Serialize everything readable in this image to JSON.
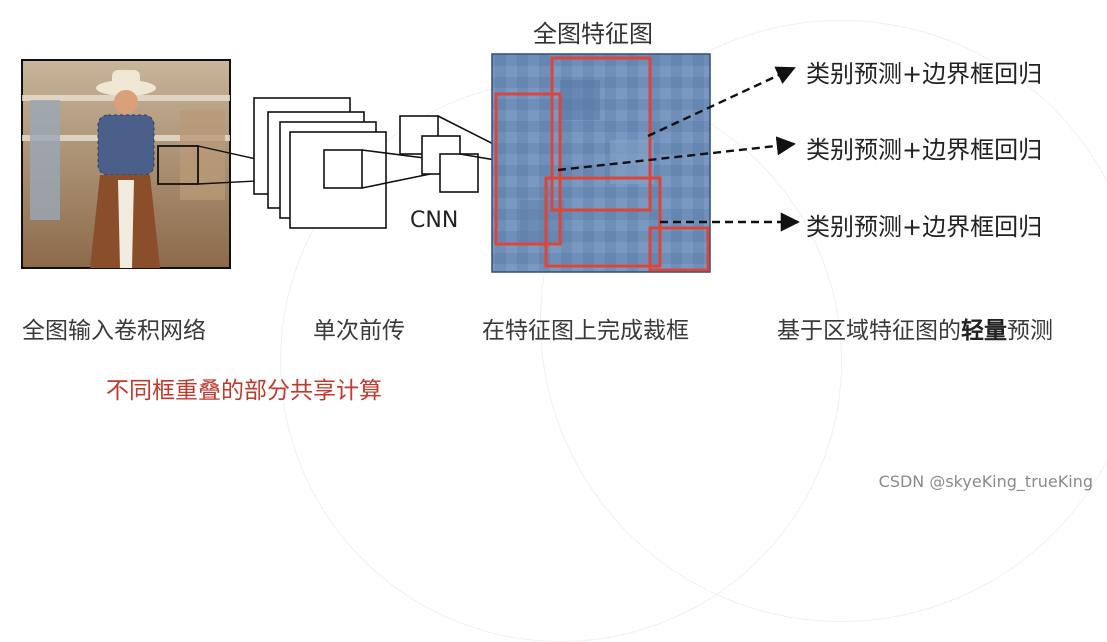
{
  "feature_map_title": "全图特征图",
  "cnn_label": "CNN",
  "outputs": [
    "类别预测+边界框回归",
    "类别预测+边界框回归",
    "类别预测+边界框回归"
  ],
  "captions": {
    "input": "全图输入卷积网络",
    "forward": "单次前传",
    "crop": "在特征图上完成裁框",
    "predict_pre": "基于区域特征图的",
    "predict_bold": "轻量",
    "predict_post": "预测"
  },
  "note": "不同框重叠的部分共享计算",
  "watermark": "CSDN @skyeKing_trueKing",
  "colors": {
    "red_box": "#d9463c",
    "feature_map": "#6f8fb8",
    "note": "#c0392b"
  }
}
